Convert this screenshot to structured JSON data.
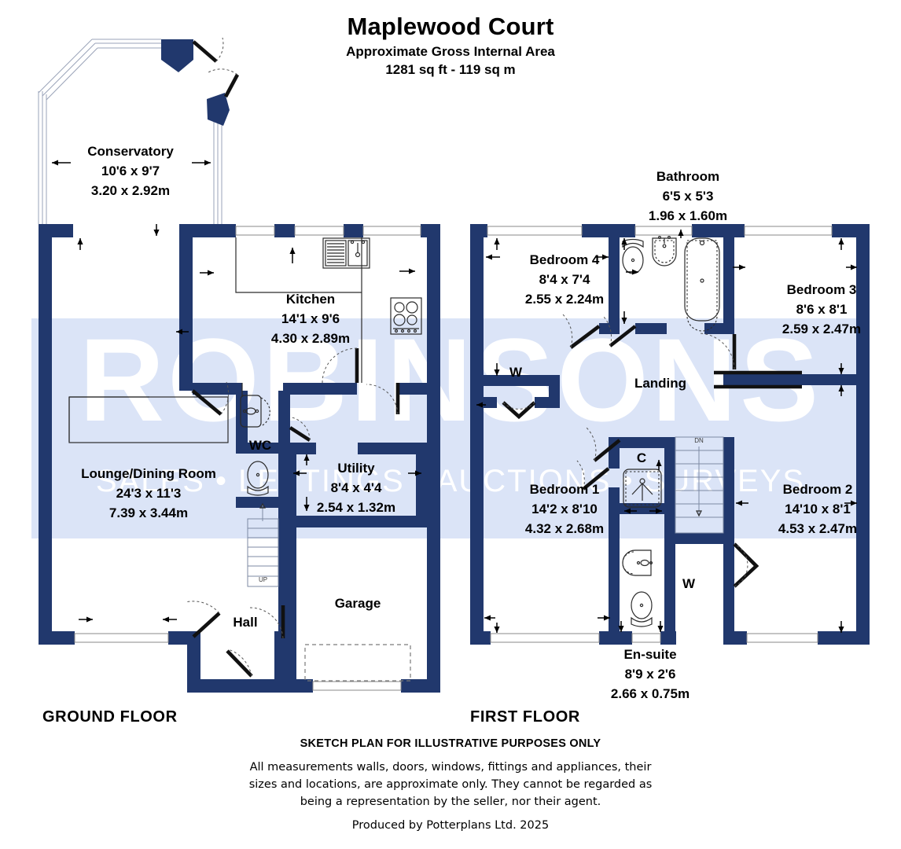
{
  "header": {
    "title": "Maplewood Court",
    "subtitle_1": "Approximate Gross Internal Area",
    "subtitle_2": "1281 sq ft - 119 sq m"
  },
  "watermark": {
    "brand": "ROBINSONS",
    "tagline": "SALES • LETTINGS • AUCTIONS • SURVEYS",
    "band_color": "#dbe4f7",
    "text_color": "#ffffff"
  },
  "colors": {
    "wall": "#21386d",
    "wall_dark": "#1b2f5e",
    "fixture_line": "#2b2b2b",
    "door_line": "#111111",
    "window": "#ffffff",
    "text": "#000000"
  },
  "floors": [
    {
      "id": "ground",
      "label": "GROUND FLOOR"
    },
    {
      "id": "first",
      "label": "FIRST FLOOR"
    }
  ],
  "ground_floor_rooms": [
    {
      "name": "Conservatory",
      "imperial": "10'6 x 9'7",
      "metric": "3.20 x 2.92m"
    },
    {
      "name": "Kitchen",
      "imperial": "14'1 x 9'6",
      "metric": "4.30 x 2.89m"
    },
    {
      "name": "Lounge/Dining Room",
      "imperial": "24'3 x 11'3",
      "metric": "7.39 x 3.44m"
    },
    {
      "name": "Utility",
      "imperial": "8'4 x 4'4",
      "metric": "2.54 x 1.32m"
    }
  ],
  "ground_floor_small_labels": [
    {
      "name": "WC"
    },
    {
      "name": "Hall"
    },
    {
      "name": "Garage"
    },
    {
      "name": "UP"
    }
  ],
  "first_floor_rooms": [
    {
      "name": "Bedroom 4",
      "imperial": "8'4 x 7'4",
      "metric": "2.55 x 2.24m"
    },
    {
      "name": "Bathroom",
      "imperial": "6'5 x 5'3",
      "metric": "1.96 x 1.60m"
    },
    {
      "name": "Bedroom 3",
      "imperial": "8'6 x 8'1",
      "metric": "2.59 x 2.47m"
    },
    {
      "name": "Bedroom 1",
      "imperial": "14'2 x 8'10",
      "metric": "4.32 x 2.68m"
    },
    {
      "name": "Bedroom 2",
      "imperial": "14'10 x 8'1",
      "metric": "4.53 x 2.47m"
    },
    {
      "name": "En-suite",
      "imperial": "8'9 x 2'6",
      "metric": "2.66 x 0.75m"
    }
  ],
  "first_floor_small_labels": [
    {
      "name": "W"
    },
    {
      "name": "Landing"
    },
    {
      "name": "C"
    },
    {
      "name": "W"
    },
    {
      "name": "DN"
    }
  ],
  "footer": {
    "line1": "SKETCH PLAN FOR ILLUSTRATIVE PURPOSES ONLY",
    "line2": "All measurements walls, doors, windows, fittings and appliances, their",
    "line3": "sizes and locations, are approximate only. They cannot be regarded as",
    "line4": "being a representation by the seller, nor their agent.",
    "credit": "Produced by Potterplans Ltd. 2025"
  }
}
